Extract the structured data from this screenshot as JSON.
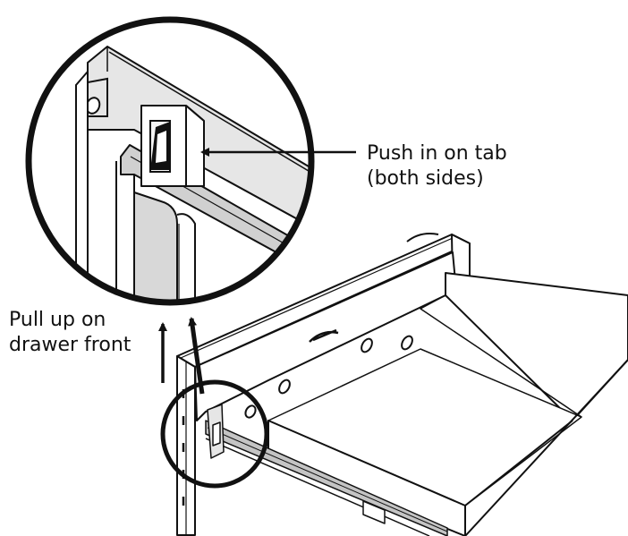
{
  "callouts": {
    "tab": {
      "line1": "Push in on tab",
      "line2": "(both sides)"
    },
    "pull": {
      "line1": "Pull up on",
      "line2": "drawer front"
    }
  },
  "colors": {
    "stroke": "#111111",
    "background": "#ffffff",
    "panel": "#e6e6e6",
    "panel_dark": "#d0d0d0",
    "rail_shade": "#c4c4c4"
  }
}
